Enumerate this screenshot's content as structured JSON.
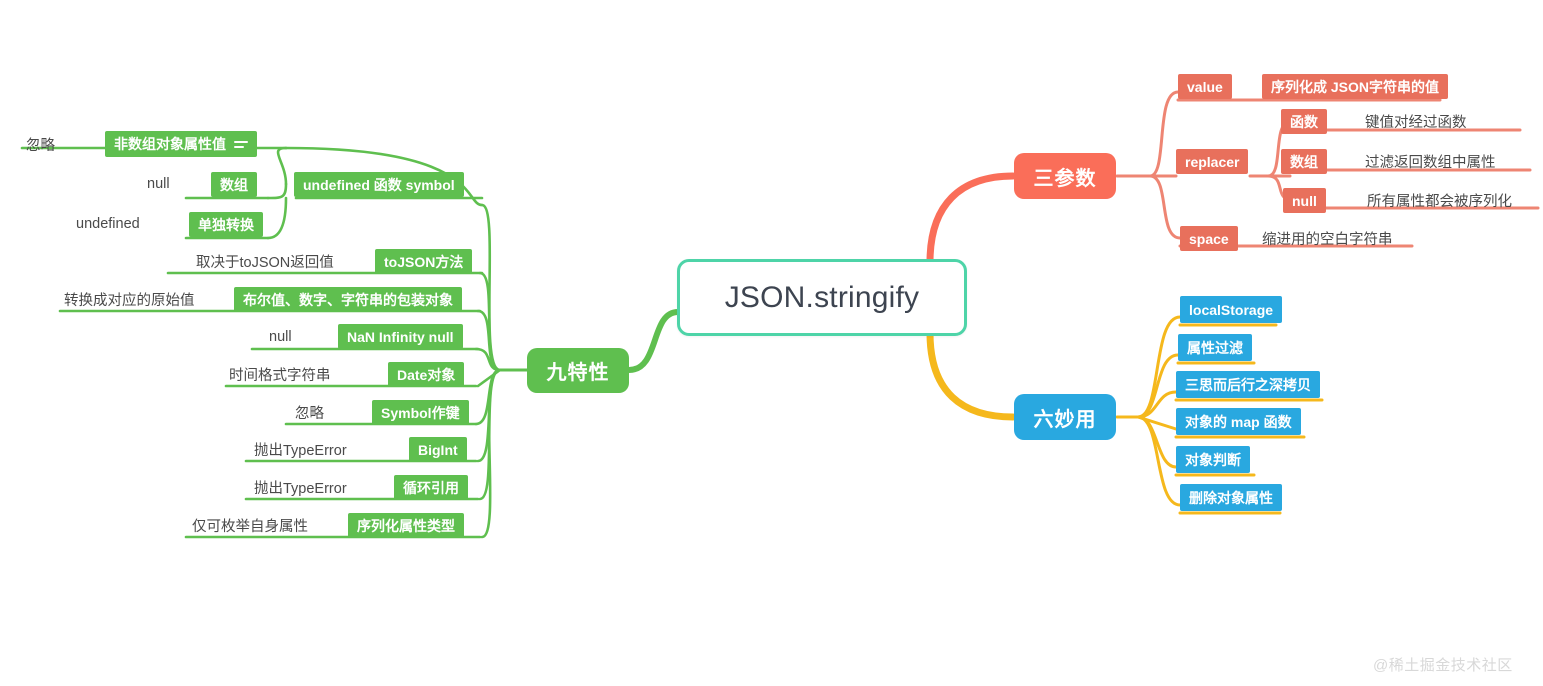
{
  "root": {
    "title": "JSON.stringify"
  },
  "palette": {
    "green": "#5FBF4F",
    "green_line": "#6CC65C",
    "red": "#FA6E59",
    "red_soft": "#E8705C",
    "red_line": "#EE8573",
    "blue": "#29A8E0",
    "yellow_line": "#F5B81C",
    "teal_border": "#4ED4A8",
    "text": "#4a4a4a"
  },
  "branches": {
    "features": {
      "label": "九特性",
      "color": "#5FBF4F",
      "items": [
        {
          "chip": "非数组对象属性值",
          "note": "忽略",
          "icon": "hamburger-icon"
        },
        {
          "chip": "数组",
          "note": "null"
        },
        {
          "chip": "单独转换",
          "note": "undefined"
        },
        {
          "chip": "undefined 函数 symbol",
          "note": ""
        },
        {
          "chip": "toJSON方法",
          "note": "取决于toJSON返回值"
        },
        {
          "chip": "布尔值、数字、字符串的包装对象",
          "note": "转换成对应的原始值"
        },
        {
          "chip": "NaN Infinity null",
          "note": "null"
        },
        {
          "chip": "Date对象",
          "note": "时间格式字符串"
        },
        {
          "chip": "Symbol作键",
          "note": "忽略"
        },
        {
          "chip": "BigInt",
          "note": "抛出TypeError"
        },
        {
          "chip": "循环引用",
          "note": "抛出TypeError"
        },
        {
          "chip": "序列化属性类型",
          "note": "仅可枚举自身属性"
        }
      ]
    },
    "params": {
      "label": "三参数",
      "color": "#FA6E59",
      "items": [
        {
          "chip": "value",
          "note": "序列化成 JSON字符串的值",
          "note_styled": true
        },
        {
          "chip": "replacer",
          "note": ""
        },
        {
          "chip": "space",
          "note": "缩进用的空白字符串",
          "note_styled": false
        }
      ],
      "replacer_children": [
        {
          "chip": "函数",
          "note": "键值对经过函数"
        },
        {
          "chip": "数组",
          "note": "过滤返回数组中属性"
        },
        {
          "chip": "null",
          "note": "所有属性都会被序列化"
        }
      ]
    },
    "uses": {
      "label": "六妙用",
      "color": "#29A8E0",
      "items": [
        {
          "chip": "localStorage"
        },
        {
          "chip": "属性过滤"
        },
        {
          "chip": "三思而后行之深拷贝"
        },
        {
          "chip": "对象的 map 函数"
        },
        {
          "chip": "对象判断"
        },
        {
          "chip": "删除对象属性"
        }
      ]
    }
  },
  "watermark": {
    "text": "@稀土掘金技术社区"
  }
}
